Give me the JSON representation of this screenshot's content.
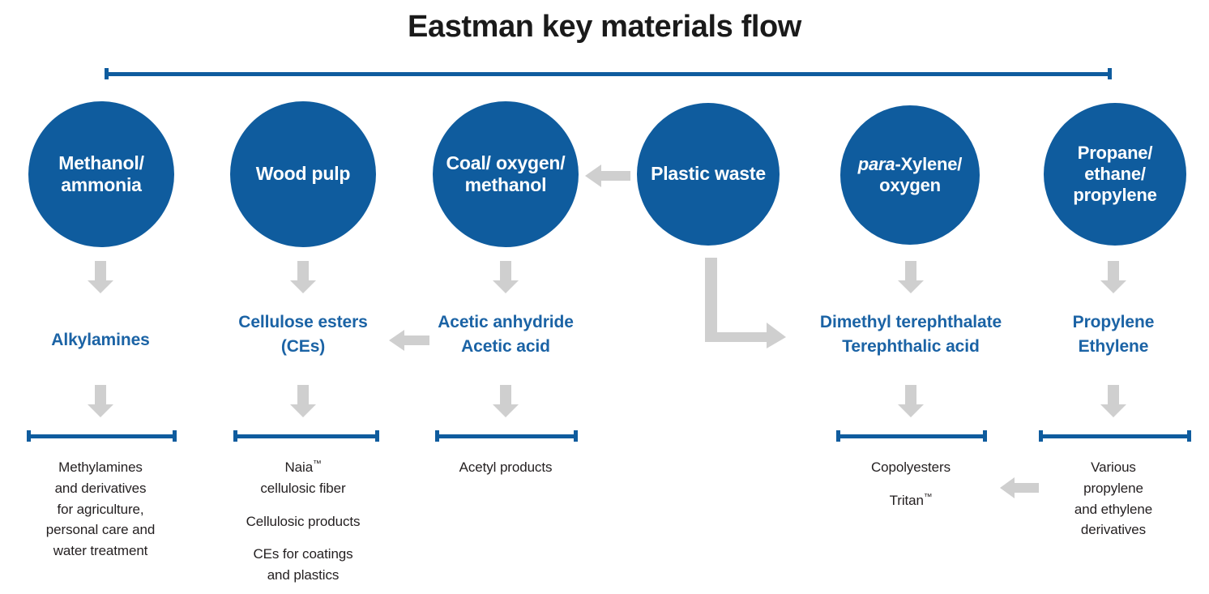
{
  "title": "Eastman key materials flow",
  "colors": {
    "brand_blue": "#0f5c9e",
    "text_blue": "#1b63a5",
    "arrow_gray": "#cfcfcf",
    "body_text": "#231f20",
    "background": "#ffffff"
  },
  "top_bracket": {
    "name": "top-span-bracket"
  },
  "columns": [
    {
      "key": "methanol-ammonia",
      "circle": {
        "lines": [
          "Methanol/",
          "ammonia"
        ],
        "italic_prefix": null
      },
      "mid": {
        "lines": [
          "Alkylamines"
        ]
      },
      "bottom": {
        "paragraphs": [
          {
            "lines": [
              "Methylamines",
              "and derivatives",
              "for agriculture,",
              "personal care and",
              "water treatment"
            ],
            "tm": false
          }
        ]
      },
      "has_bracket": true,
      "arrows": {
        "down_from_circle": true,
        "down_from_mid": true,
        "left_into_mid": false,
        "left_into_bottom": false,
        "left_into_circle": false
      }
    },
    {
      "key": "wood-pulp",
      "circle": {
        "lines": [
          "Wood pulp"
        ],
        "italic_prefix": null
      },
      "mid": {
        "lines": [
          "Cellulose esters",
          "(CEs)"
        ]
      },
      "bottom": {
        "paragraphs": [
          {
            "lines": [
              "Naia",
              "cellulosic fiber"
            ],
            "tm": true
          },
          {
            "lines": [
              "Cellulosic products"
            ],
            "tm": false
          },
          {
            "lines": [
              "CEs for coatings",
              "and plastics"
            ],
            "tm": false
          }
        ]
      },
      "has_bracket": true,
      "arrows": {
        "down_from_circle": true,
        "down_from_mid": true,
        "left_into_mid": true,
        "left_into_bottom": false,
        "left_into_circle": false
      }
    },
    {
      "key": "coal-oxygen-methanol",
      "circle": {
        "lines": [
          "Coal/",
          "oxygen/",
          "methanol"
        ],
        "italic_prefix": null
      },
      "mid": {
        "lines": [
          "Acetic anhydride",
          "Acetic acid"
        ]
      },
      "bottom": {
        "paragraphs": [
          {
            "lines": [
              "Acetyl products"
            ],
            "tm": false
          }
        ]
      },
      "has_bracket": true,
      "arrows": {
        "down_from_circle": true,
        "down_from_mid": true,
        "left_into_mid": false,
        "left_into_bottom": false,
        "left_into_circle": true
      }
    },
    {
      "key": "plastic-waste",
      "circle": {
        "lines": [
          "Plastic waste"
        ],
        "italic_prefix": null
      },
      "mid": {
        "lines": []
      },
      "bottom": {
        "paragraphs": []
      },
      "has_bracket": false,
      "arrows": {
        "down_from_circle": false,
        "down_from_mid": false,
        "left_into_mid": false,
        "left_into_bottom": false,
        "left_into_circle": false,
        "elbow_to_right": true
      }
    },
    {
      "key": "para-xylene-oxygen",
      "circle": {
        "lines": [
          "-Xylene/",
          "oxygen"
        ],
        "italic_prefix": "para"
      },
      "mid": {
        "lines": [
          "Dimethyl terephthalate",
          "Terephthalic acid"
        ]
      },
      "bottom": {
        "paragraphs": [
          {
            "lines": [
              "Copolyesters"
            ],
            "tm": false
          },
          {
            "lines": [
              "Tritan"
            ],
            "tm": true
          }
        ]
      },
      "has_bracket": true,
      "arrows": {
        "down_from_circle": true,
        "down_from_mid": true,
        "left_into_mid": false,
        "left_into_bottom": true,
        "left_into_circle": false
      }
    },
    {
      "key": "propane-ethane-propylene",
      "circle": {
        "lines": [
          "Propane/",
          "ethane/",
          "propylene"
        ],
        "italic_prefix": null
      },
      "mid": {
        "lines": [
          "Propylene",
          "Ethylene"
        ]
      },
      "bottom": {
        "paragraphs": [
          {
            "lines": [
              "Various",
              "propylene",
              "and ethylene",
              "derivatives"
            ],
            "tm": false
          }
        ]
      },
      "has_bracket": true,
      "arrows": {
        "down_from_circle": true,
        "down_from_mid": true,
        "left_into_mid": false,
        "left_into_bottom": false,
        "left_into_circle": false
      }
    }
  ],
  "icons": {
    "arrow_down": "arrow-down-icon",
    "arrow_left": "arrow-left-icon",
    "arrow_elbow": "arrow-elbow-right-icon"
  }
}
